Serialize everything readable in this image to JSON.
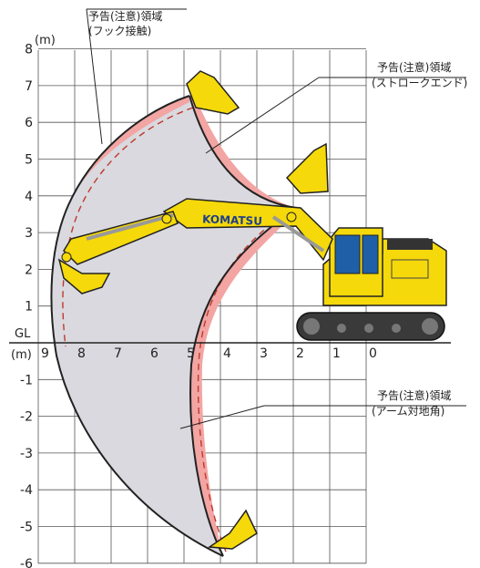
{
  "diagram": {
    "y_unit": "(m)",
    "x_unit": "(m)",
    "ground_label": "GL",
    "y_ticks": [
      "8",
      "7",
      "6",
      "5",
      "4",
      "3",
      "2",
      "1",
      "-1",
      "-2",
      "-3",
      "-4",
      "-5",
      "-6"
    ],
    "x_ticks": [
      "9",
      "8",
      "7",
      "6",
      "5",
      "4",
      "3",
      "2",
      "1",
      "0"
    ],
    "brand": "KOMATSU"
  },
  "annotations": {
    "hook_contact": {
      "line1": "予告(注意)領域",
      "line2": "(フック接触)"
    },
    "stroke_end": {
      "line1": "予告(注意)領域",
      "line2": "(ストロークエンド)"
    },
    "arm_angle": {
      "line1": "予告(注意)領域",
      "line2": "(アーム対地角)"
    }
  },
  "colors": {
    "caution_zone": "#f2a5a3",
    "working_range": "#d9d9df",
    "machine_yellow": "#f5d90a",
    "outline": "#222222"
  }
}
